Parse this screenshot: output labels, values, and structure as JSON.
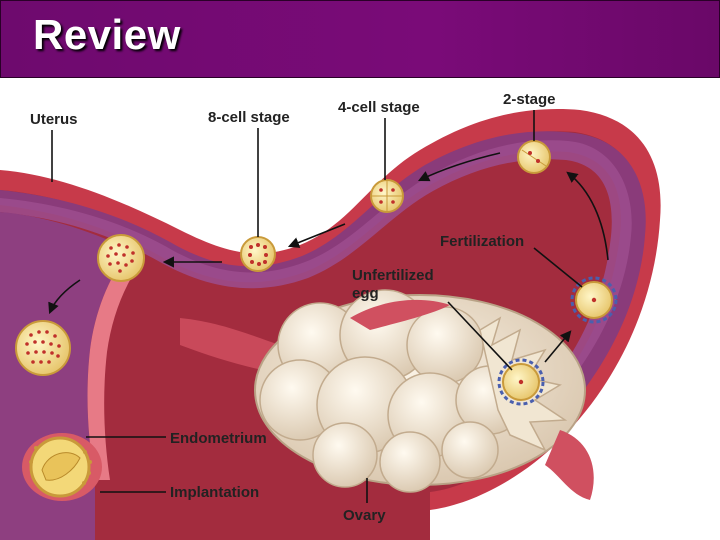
{
  "header": {
    "title": "Review"
  },
  "diagram": {
    "labels": {
      "uterus": "Uterus",
      "eight_cell": "8-cell stage",
      "four_cell": "4-cell stage",
      "two_stage": "2-stage",
      "fertilization": "Fertilization",
      "unfertilized_line1": "Unfertilized",
      "unfertilized_line2": "egg",
      "endometrium": "Endometrium",
      "implantation": "Implantation",
      "ovary": "Ovary"
    }
  }
}
